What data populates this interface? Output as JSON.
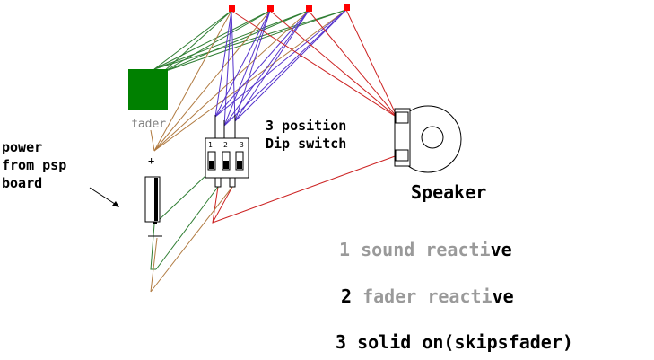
{
  "power_label": [
    "power",
    "from psp",
    "board"
  ],
  "fader_label": "fader",
  "dip_label": [
    "3 position",
    "Dip switch"
  ],
  "dip_pins": [
    "1",
    "2",
    "3"
  ],
  "speaker_label": "Speaker",
  "battery_plus": "+",
  "battery_minus": "—",
  "modes": [
    {
      "number": "1",
      "text": "sound reacti",
      "tail": "ve"
    },
    {
      "number": "2",
      "text": "fader reacti",
      "tail": "ve"
    },
    {
      "number": "3",
      "text": "solid on(skipsfader)",
      "tail": ""
    }
  ],
  "colors": {
    "led": "#ff0000",
    "fader": "#008000",
    "wire_green": "#2e7d32",
    "wire_purple": "#5533cc",
    "wire_red": "#cc2222",
    "wire_brown": "#b07a40",
    "muted_text": "#9a9a9a"
  }
}
